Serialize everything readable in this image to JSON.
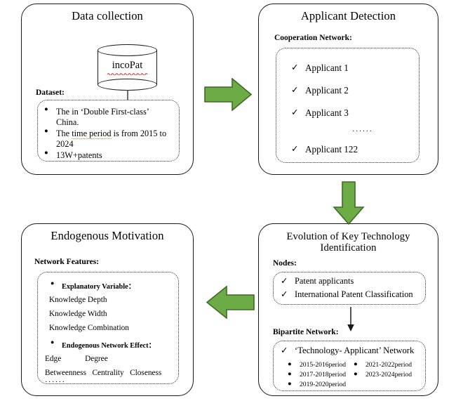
{
  "diagram": {
    "title": "Research framework flowchart",
    "accent_green": "#6CAB45",
    "accent_green_dark": "#3F6B28",
    "line_color": "#1a1a1a",
    "spellcheck_red": "#e03131",
    "grammar_orange": "#c98b2e"
  },
  "panels": {
    "data_collection": {
      "title": "Data collection",
      "database_label": "incoPat",
      "dataset_caption": "Dataset:",
      "dataset_items": [
        "The in ‘Double First-class’ China.",
        "The time period is from 2015 to 2024",
        "13W+patents"
      ],
      "dataset_item2_parts": {
        "before": "The ",
        "underlined": "time period",
        "after": " is from 2015 to 2024"
      }
    },
    "applicant_detection": {
      "title": "Applicant Detection",
      "caption": "Cooperation Network:",
      "items": [
        "Applicant 1",
        "Applicant 2",
        "Applicant 3"
      ],
      "ellipsis": "······",
      "last_item": "Applicant 122"
    },
    "evolution": {
      "title_line1": "Evolution of Key Technology",
      "title_line2": "Identification",
      "nodes_caption": "Nodes:",
      "nodes": [
        "Patent applicants",
        "International Patent Classification"
      ],
      "bipartite_caption": "Bipartite Network:",
      "bipartite_main": "‘Technology- Applicant’ Network",
      "periods_col1": [
        "2015-2016period",
        "2017-2018period",
        "2019-2020period"
      ],
      "periods_col2": [
        "2021-2022period",
        "2023-2024period"
      ]
    },
    "endogenous": {
      "title": "Endogenous Motivation",
      "caption": "Network Features:",
      "explanatory_heading": "Explanatory Variable：",
      "explanatory_items": [
        "Knowledge Depth",
        "Knowledge  Width",
        "Knowledge Combination"
      ],
      "effect_heading": "Endogenous Network Effect：",
      "effect_line1": "Edge            Degree",
      "effect_line2": "Betweenness   Centrality   Closeness",
      "ellipsis": "······"
    }
  },
  "arrows": {
    "data_to_applicant": "arrow-right-green",
    "applicant_to_evolution": "arrow-down-green",
    "evolution_to_endogenous": "arrow-left-green",
    "database_to_dataset": "arrow-down-thin",
    "nodes_to_bipartite": "arrow-down-thin"
  }
}
